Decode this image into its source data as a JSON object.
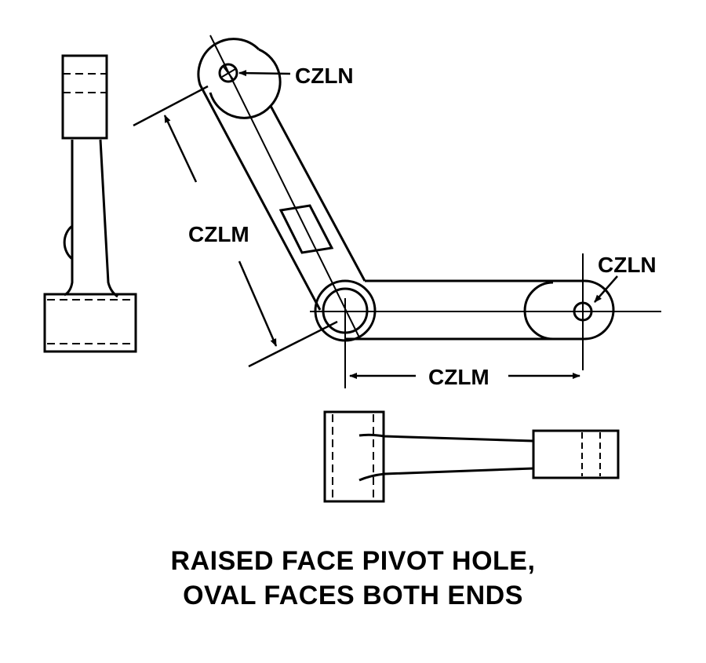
{
  "labels": {
    "pivot_hole_top": "CZLN",
    "pivot_hole_right": "CZLN",
    "arm_length_angled": "CZLM",
    "arm_length_horizontal": "CZLM"
  },
  "caption": {
    "line1": "RAISED FACE PIVOT HOLE,",
    "line2": "OVAL FACES BOTH ENDS"
  },
  "colors": {
    "ink": "#000000",
    "paper": "#ffffff"
  }
}
